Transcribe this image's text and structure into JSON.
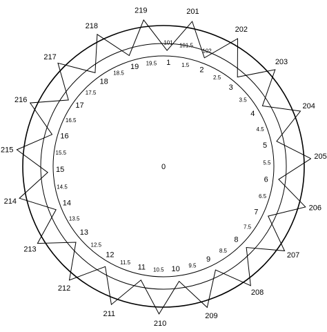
{
  "diagram": {
    "center_label": "0",
    "outer_labels": [
      "201",
      "202",
      "203",
      "204",
      "205",
      "206",
      "207",
      "208",
      "209",
      "210",
      "211",
      "212",
      "213",
      "214",
      "215",
      "216",
      "217",
      "218",
      "219"
    ],
    "inner_labels": [
      "1",
      "2",
      "3",
      "4",
      "5",
      "6",
      "7",
      "8",
      "9",
      "10",
      "11",
      "12",
      "13",
      "14",
      "15",
      "16",
      "17",
      "18",
      "19"
    ],
    "half_labels": [
      "1.5",
      "2.5",
      "3.5",
      "4.5",
      "5.5",
      "6.5",
      "7.5",
      "8.5",
      "9.5",
      "10.5",
      "11.5",
      "12.5",
      "13.5",
      "14.5",
      "15.5",
      "16.5",
      "17.5",
      "18.5",
      "19.5"
    ],
    "top_extra_labels": [
      "101",
      "101.5",
      "102"
    ]
  }
}
